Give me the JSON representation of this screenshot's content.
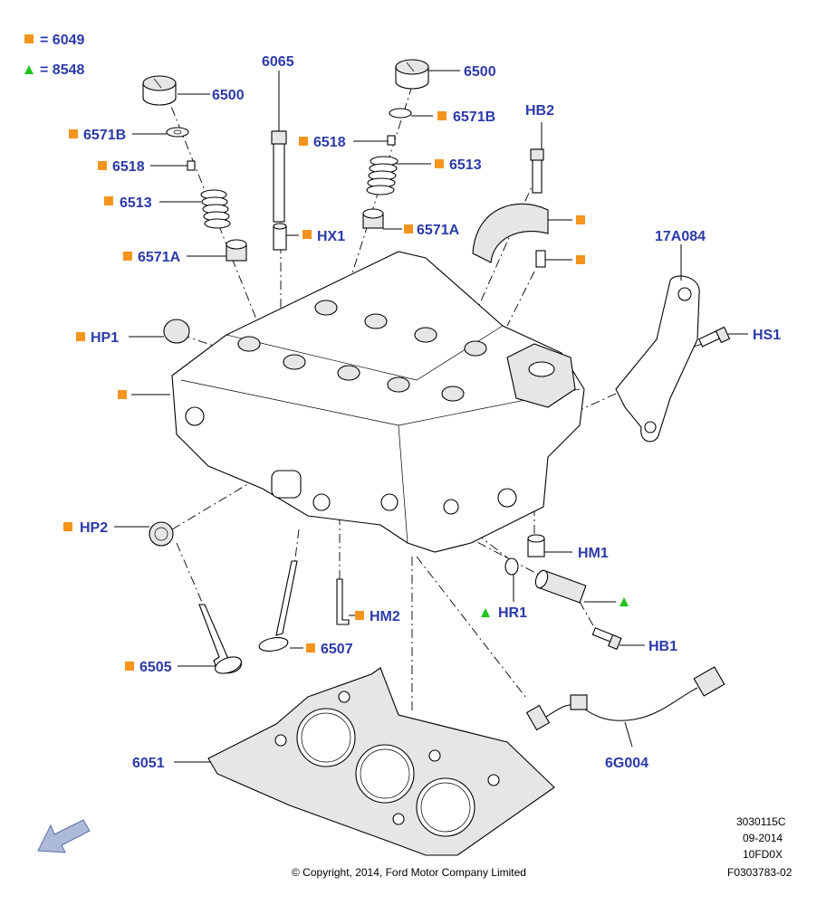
{
  "colors": {
    "square": "#f5941d",
    "triangle": "#1fc41f",
    "label": "#2b3aa8"
  },
  "legend": [
    {
      "symbol": "square",
      "text": "= 6049"
    },
    {
      "symbol": "triangle",
      "text": "= 8548"
    }
  ],
  "callouts": {
    "c6500a": "6500",
    "c6571Ba": "6571B",
    "c6518a": "6518",
    "c6513a": "6513",
    "c6571Aa": "6571A",
    "c6065": "6065",
    "cHX1": "HX1",
    "c6500b": "6500",
    "c6571Bb": "6571B",
    "c6518b": "6518",
    "c6513b": "6513",
    "c6571Ab": "6571A",
    "cHB2": "HB2",
    "c17A084": "17A084",
    "cHS1": "HS1",
    "cHP1": "HP1",
    "cHP2": "HP2",
    "cHM1": "HM1",
    "cHR1": "HR1",
    "cHB1": "HB1",
    "cHM2": "HM2",
    "c6507": "6507",
    "c6505": "6505",
    "c6051": "6051",
    "c6G004": "6G004"
  },
  "meta": {
    "code": "3030115C",
    "date": "09-2014",
    "model": "10FD0X",
    "ref": "F0303783-02",
    "copyright": "© Copyright, 2014, Ford Motor Company Limited"
  },
  "icons": {
    "direction": "direction-arrow-icon"
  }
}
